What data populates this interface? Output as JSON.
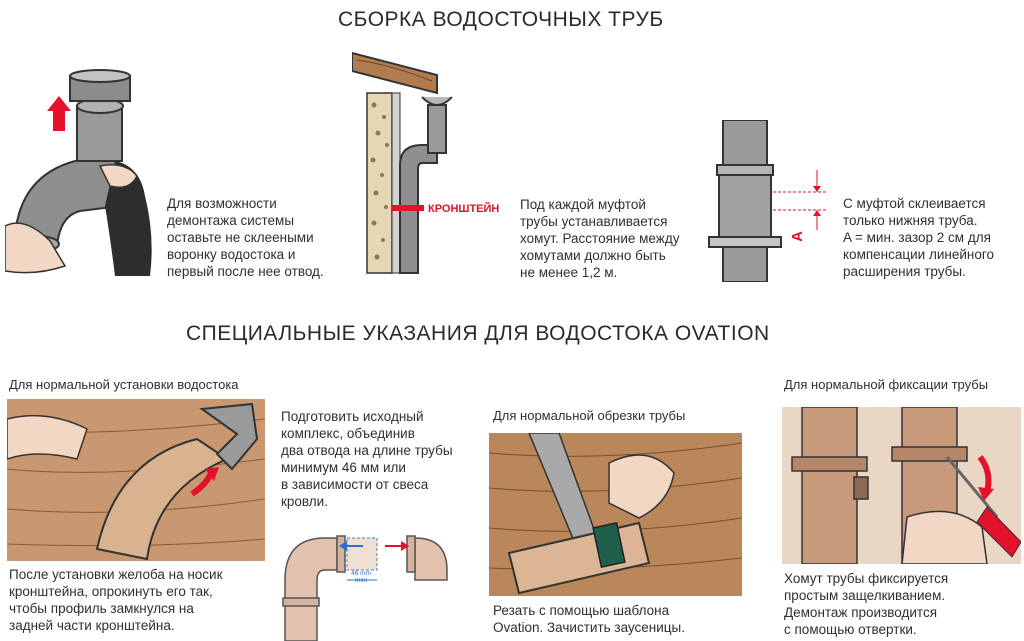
{
  "section1": {
    "title": "СБОРКА ВОДОСТОЧНЫХ ТРУБ",
    "step1_text": "Для возможности\nдемонтажа системы\nоставьте не склееными\nворонку водостока и\nпервый после нее отвод.",
    "bracket_label": "КРОНШТЕЙН",
    "step2_text": "Под каждой муфтой\nтрубы устанавливается\nхомут. Расстояние между\nхомутами должно быть\nне менее 1,2 м.",
    "gap_label": "A",
    "step3_text": "С муфтой склеивается\nтолько нижняя труба.\nA = мин. зазор 2 см для\nкомпенсации линейного\nрасширения трубы."
  },
  "section2": {
    "title": "СПЕЦИАЛЬНЫЕ УКАЗАНИЯ ДЛЯ ВОДОСТОКА OVATION",
    "panel1_caption": "Для нормальной установки водостока",
    "panel1_text": "После установки желоба на носик\nкронштейна, опрокинуть его так,\nчтобы профиль замкнулся на\nзадней части кронштейна.",
    "panel2_text": "Подготовить исходный\nкомплекс, объединив\nдва отвода на длине трубы\nминимум 46 мм или\nв зависимости от свеса\nкровли.",
    "dimension_label": "46 mm\nmini",
    "panel3_caption": "Для нормальной обрезки трубы",
    "panel3_text": "Резать с помощью шаблона\nOvation. Зачистить заусеницы.",
    "panel4_caption": "Для нормальной фиксации трубы",
    "panel4_text": "Хомут трубы фиксируется\nпростым защелкиванием.\nДемонтаж производится\nс помощью отвертки."
  },
  "colors": {
    "accent_red": "#e3122a",
    "pipe_gray": "#8f8f8f",
    "wood_brown": "#b07b4e",
    "pipe_beige": "#c9997b"
  }
}
